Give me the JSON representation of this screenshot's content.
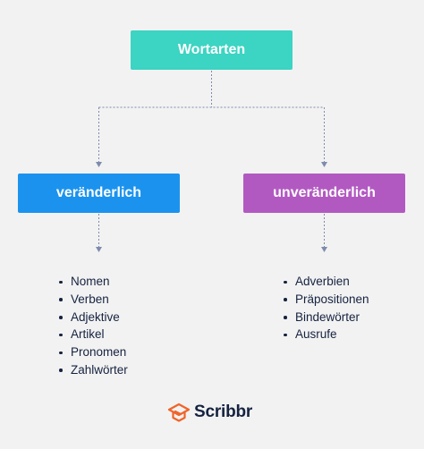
{
  "diagram": {
    "root": {
      "label": "Wortarten"
    },
    "branches": [
      {
        "label": "veränderlich",
        "color": "#1b93ee",
        "items": [
          "Nomen",
          "Verben",
          "Adjektive",
          "Artikel",
          "Pronomen",
          "Zahlwörter"
        ]
      },
      {
        "label": "unveränderlich",
        "color": "#b259c1",
        "items": [
          "Adverbien",
          "Präpositionen",
          "Bindewörter",
          "Ausrufe"
        ]
      }
    ],
    "root_color": "#3cd4c2",
    "connector_color": "#7d8bae"
  },
  "brand": {
    "name": "Scribbr",
    "logo_icon": "scribbr-logo-icon",
    "logo_color": "#f0632a"
  }
}
